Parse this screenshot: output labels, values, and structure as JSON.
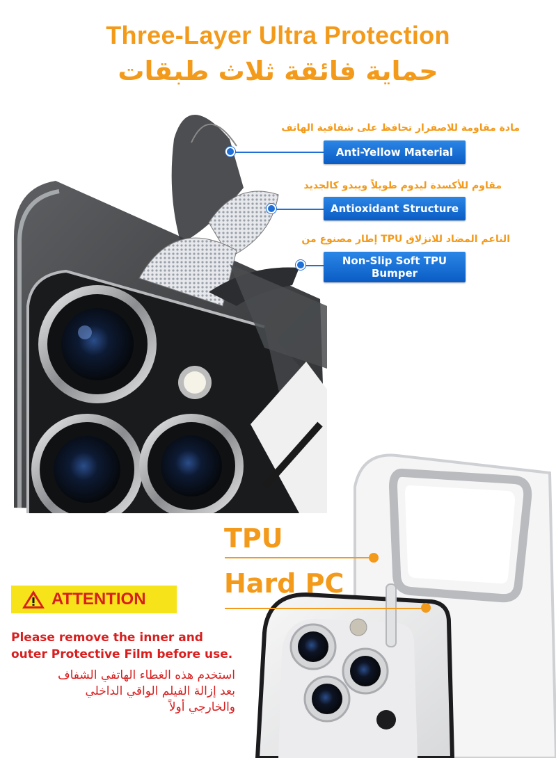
{
  "header": {
    "title_en": "Three-Layer Ultra Protection",
    "title_ar": "حماية فائقة ثلاث طبقات"
  },
  "features": [
    {
      "ar": "مادة مقاومة للاصفرار تحافظ على شفافية الهاتف",
      "label": "Anti-Yellow Material"
    },
    {
      "ar": "مقاوم للأكسدة ليدوم طويلاً ويبدو كالجديد",
      "label": "Antioxidant Structure"
    },
    {
      "ar": "الناعم المضاد للانزلاق TPU إطار مصنوع من",
      "label_line1": "Non-Slip Soft TPU",
      "label_line2": "Bumper"
    }
  ],
  "layers": {
    "tpu": "TPU",
    "pc": "Hard PC"
  },
  "attention": {
    "heading": "ATTENTION",
    "en_line1": "Please remove the inner and",
    "en_line2": "outer Protective Film before use.",
    "ar_line1": "استخدم هذه الغطاء الهاتفي الشفاف",
    "ar_line2": "بعد إزالة الفيلم الواقي الداخلي",
    "ar_line3": "والخارجي أولاً"
  },
  "colors": {
    "accent_orange": "#f39a1a",
    "callout_blue": "#1f6fd6",
    "warning_red": "#d81e1e",
    "warning_yellow": "#f7e31a"
  },
  "icons": [
    "warning-triangle-icon"
  ]
}
